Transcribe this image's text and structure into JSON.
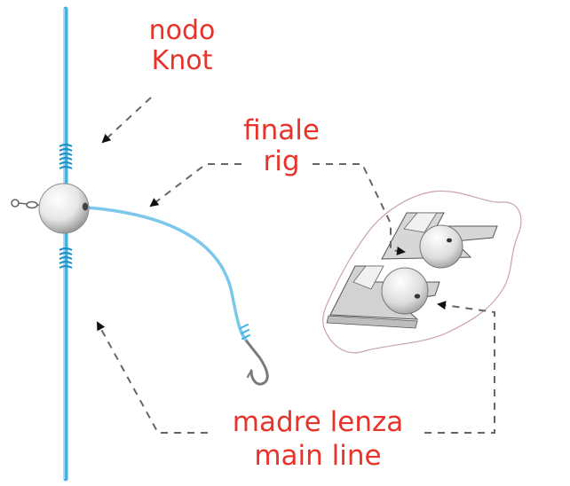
{
  "labels": {
    "knot": {
      "line1": "nodo",
      "line2": "Knot"
    },
    "rig": {
      "line1": "finale",
      "line2": "rig"
    },
    "main_line": {
      "line1": "madre lenza",
      "line2": "main line"
    }
  },
  "colors": {
    "label_text": "#e8332b",
    "line": "#3db3e6",
    "dashed_arrow": "#666666",
    "outline": "#c9a3a6"
  },
  "icons": [
    "knot-wraps-icon",
    "bead-icon",
    "swivel-icon",
    "hook-icon",
    "clip-holder-icon"
  ]
}
